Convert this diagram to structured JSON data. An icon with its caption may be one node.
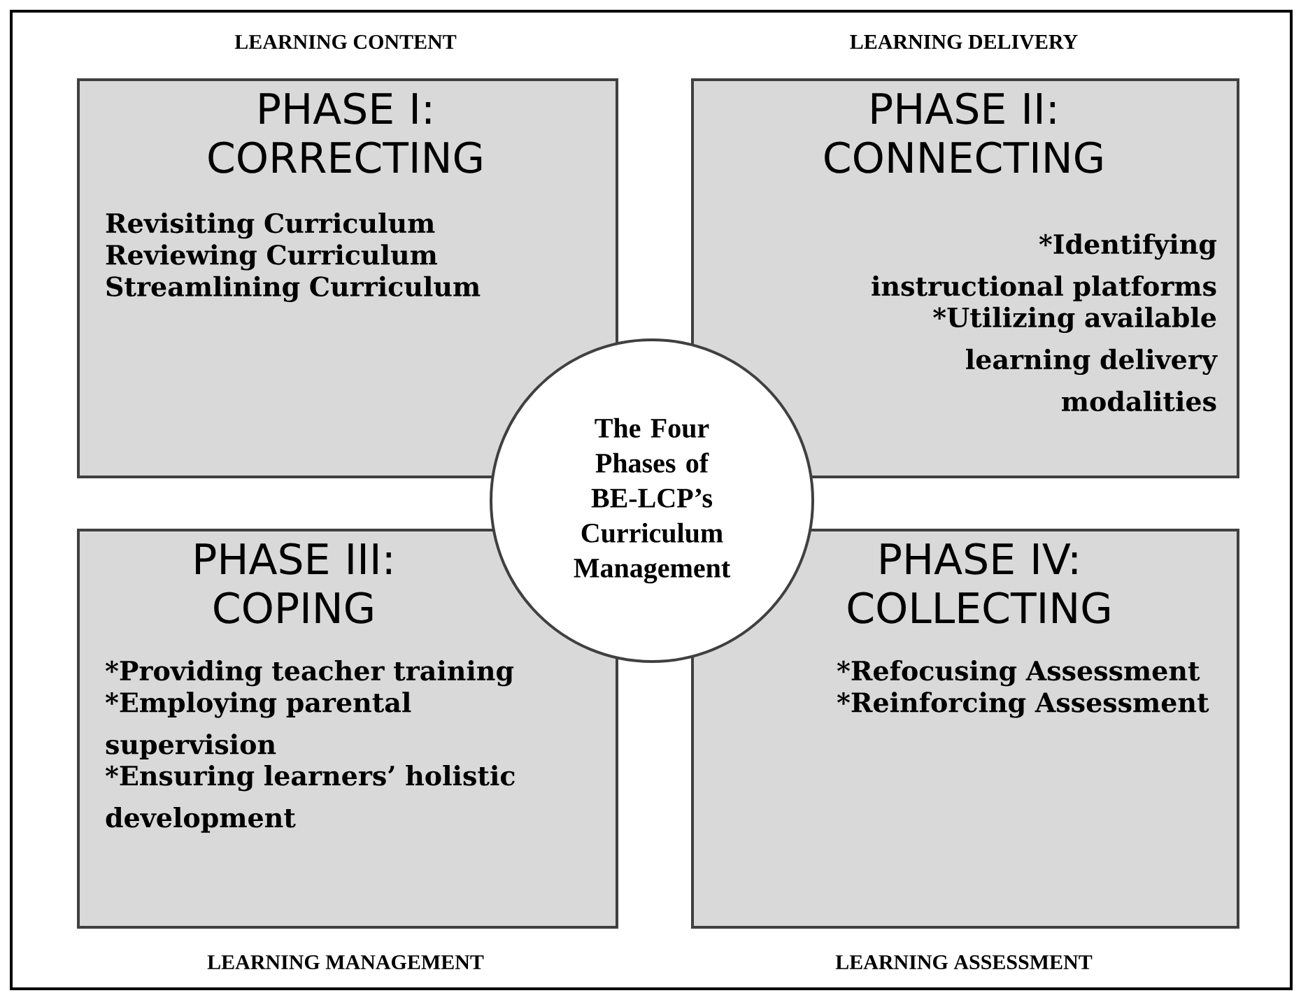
{
  "diagram": {
    "nodes": [
      {
        "text": [
          "PHASE I: CORRECTING",
          "Revisiting Curriculum",
          "Reviewing Curriculum",
          "Streamlining Curriculum"
        ]
      },
      {
        "text": [
          "PHASE II: CONNECTING",
          "*Identifying instructional platforms",
          "*Utilizing available learning delivery modalities"
        ]
      },
      {
        "text": [
          "PHASE III: COPING",
          "*Providing teacher training",
          "*Employing parental supervision",
          "*Ensuring learners’ holistic development"
        ]
      },
      {
        "text": [
          "PHASE IV: COLLECTING",
          "*Refocusing Assessment",
          "*Reinforcing Assessment"
        ]
      },
      {
        "text": [
          "The Four Phases of BE-LCP’s Curriculum Management"
        ]
      }
    ],
    "labels": [
      "LEARNING CONTENT",
      "LEARNING DELIVERY",
      "LEARNING MANAGEMENT",
      "LEARNING ASSESSMENT"
    ]
  }
}
